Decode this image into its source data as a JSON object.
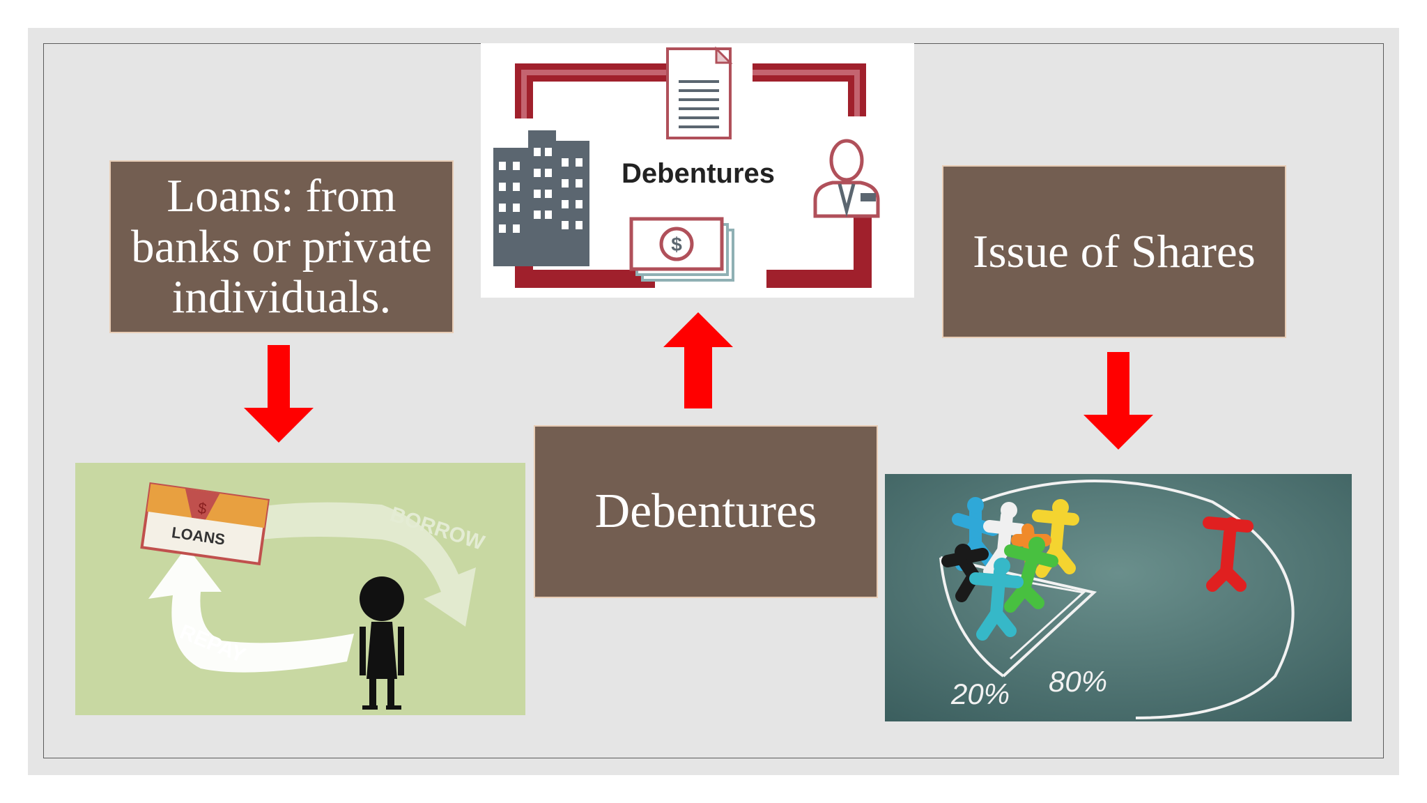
{
  "boxes": {
    "loans": [
      "Loans: from",
      "banks or private",
      "individuals."
    ],
    "shares": "Issue of Shares",
    "debentures": "Debentures"
  },
  "pictures": {
    "debentures_title": "Debentures",
    "debentures_currency": "$",
    "loans_tag": "LOANS",
    "loans_star": "$",
    "loans_borrow": "BORROW",
    "loans_repay": "REPAY",
    "shares_left_pct": "20%",
    "shares_right_pct": "80%"
  },
  "colors": {
    "box_fill": "#735e51",
    "box_border": "#e8cdb6",
    "arrow": "#ff0000",
    "slide_bg": "#e5e5e5"
  }
}
